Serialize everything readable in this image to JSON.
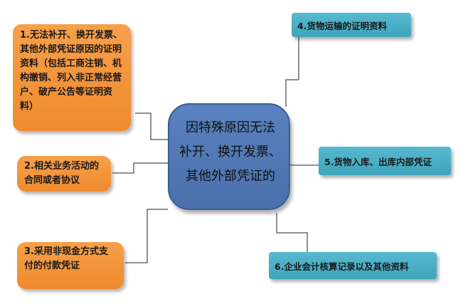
{
  "center": {
    "lines": [
      "因特殊原因无法",
      "补开、换开发票、",
      "其他外部凭证的"
    ]
  },
  "nodes": {
    "n1": "1.无法补开、换开发票、其他外部凭证原因的证明资料（包括工商注销、机构撤销、列入非正常经营户、破产公告等证明资料）",
    "n2": "2.相关业务活动的合同或者协议",
    "n3": "3.采用非现金方式支付的付款凭证",
    "n4": "4.货物运输的证明资料",
    "n5": "5.货物入库、出库内部凭证",
    "n6": "6.企业会计核算记录以及其他资料"
  },
  "colors": {
    "center": "#4f75b3",
    "left_nodes": "#f39237",
    "right_nodes": "#4aaec5",
    "connector": "#222222"
  }
}
